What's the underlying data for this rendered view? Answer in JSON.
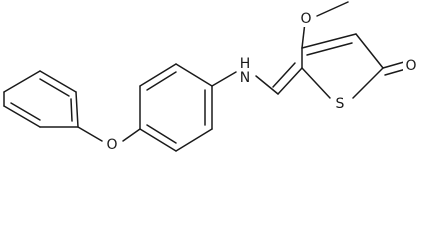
{
  "molecule": {
    "atom_labels": {
      "methoxy_oxygen": "O",
      "carbonyl_oxygen": "O",
      "ring_sulfur": "S",
      "amine_nitrogen_hydrogen": "H",
      "amine_nitrogen": "N",
      "ether_oxygen": "O"
    }
  },
  "colors": {
    "bond": "#1a1a1a",
    "label": "#1a1a1a",
    "background": "#ffffff"
  }
}
